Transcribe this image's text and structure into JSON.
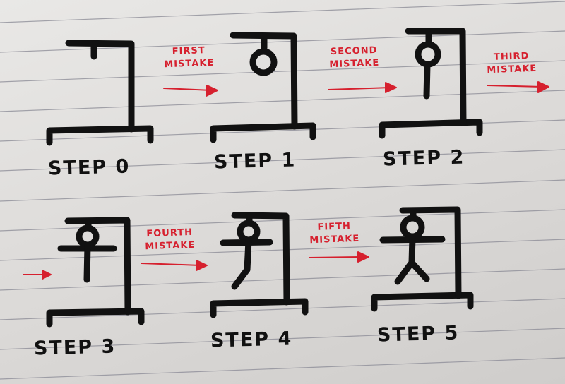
{
  "steps": [
    {
      "label": "STEP 0"
    },
    {
      "label": "STEP 1"
    },
    {
      "label": "STEP 2"
    },
    {
      "label": "STEP 3"
    },
    {
      "label": "STEP 4"
    },
    {
      "label": "STEP 5"
    }
  ],
  "mistakes": [
    {
      "line1": "FIRST",
      "line2": "MISTAKE"
    },
    {
      "line1": "SECOND",
      "line2": "MISTAKE"
    },
    {
      "line1": "THIRD",
      "line2": "MISTAKE"
    },
    {
      "line1": "FOURTH",
      "line2": "MISTAKE"
    },
    {
      "line1": "FIFTH",
      "line2": "MISTAKE"
    }
  ],
  "colors": {
    "ink": "#111111",
    "red_ink": "#d6202e",
    "rule_line": "#8a8a95"
  }
}
